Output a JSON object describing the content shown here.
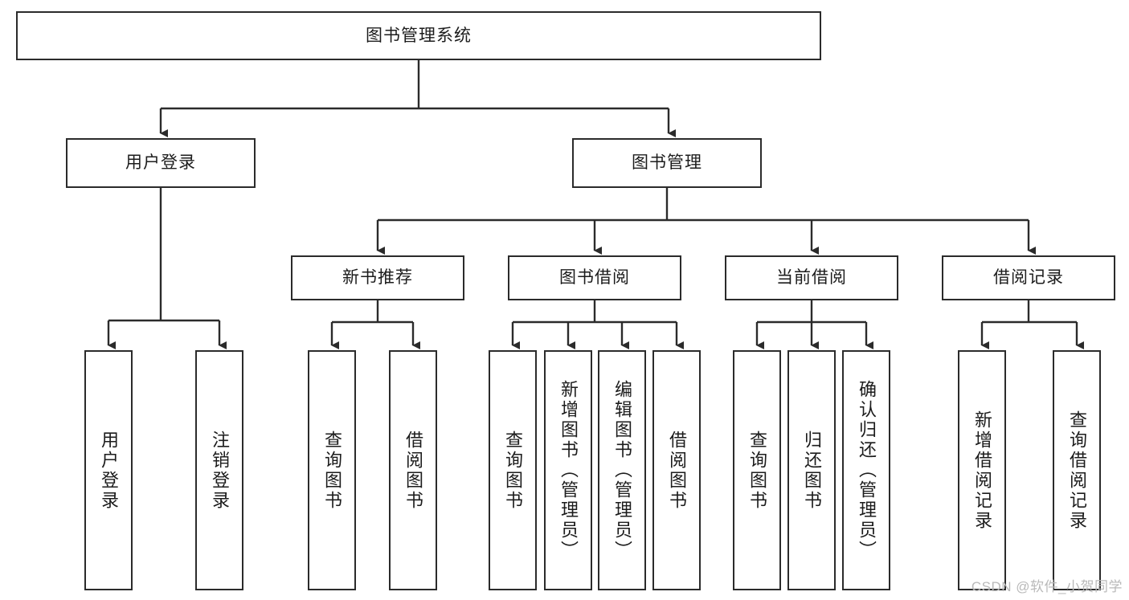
{
  "diagram": {
    "title": "图书管理系统",
    "watermark": "CSDN @软件_小贺同学",
    "colors": {
      "box_border": "#2b2b2b",
      "box_fill": "#ffffff",
      "edge": "#2b2b2b",
      "text": "#1c1c1c",
      "watermark": "#b9b9b9",
      "background": "#ffffff"
    },
    "nodes": {
      "root": {
        "label": "图书管理系统"
      },
      "level2": [
        {
          "id": "user-login",
          "label": "用户登录"
        },
        {
          "id": "book-manage",
          "label": "图书管理"
        }
      ],
      "level3": [
        {
          "id": "new-book-recommend",
          "label": "新书推荐"
        },
        {
          "id": "book-borrow",
          "label": "图书借阅"
        },
        {
          "id": "current-borrow",
          "label": "当前借阅"
        },
        {
          "id": "borrow-record",
          "label": "借阅记录"
        }
      ],
      "leaves": {
        "user-login": [
          {
            "id": "leaf-user-login",
            "label": "用户登录"
          },
          {
            "id": "leaf-logout",
            "label": "注销登录"
          }
        ],
        "new-book-recommend": [
          {
            "id": "leaf-query-book-1",
            "label": "查询图书"
          },
          {
            "id": "leaf-borrow-book-1",
            "label": "借阅图书"
          }
        ],
        "book-borrow": [
          {
            "id": "leaf-query-book-2",
            "label": "查询图书"
          },
          {
            "id": "leaf-add-book",
            "label": "新增图书（管理员）"
          },
          {
            "id": "leaf-edit-book",
            "label": "编辑图书（管理员）"
          },
          {
            "id": "leaf-borrow-book-2",
            "label": "借阅图书"
          }
        ],
        "current-borrow": [
          {
            "id": "leaf-query-book-3",
            "label": "查询图书"
          },
          {
            "id": "leaf-return-book",
            "label": "归还图书"
          },
          {
            "id": "leaf-confirm-return",
            "label": "确认归还（管理员）"
          }
        ],
        "borrow-record": [
          {
            "id": "leaf-add-record",
            "label": "新增借阅记录"
          },
          {
            "id": "leaf-query-record",
            "label": "查询借阅记录"
          }
        ]
      }
    }
  }
}
